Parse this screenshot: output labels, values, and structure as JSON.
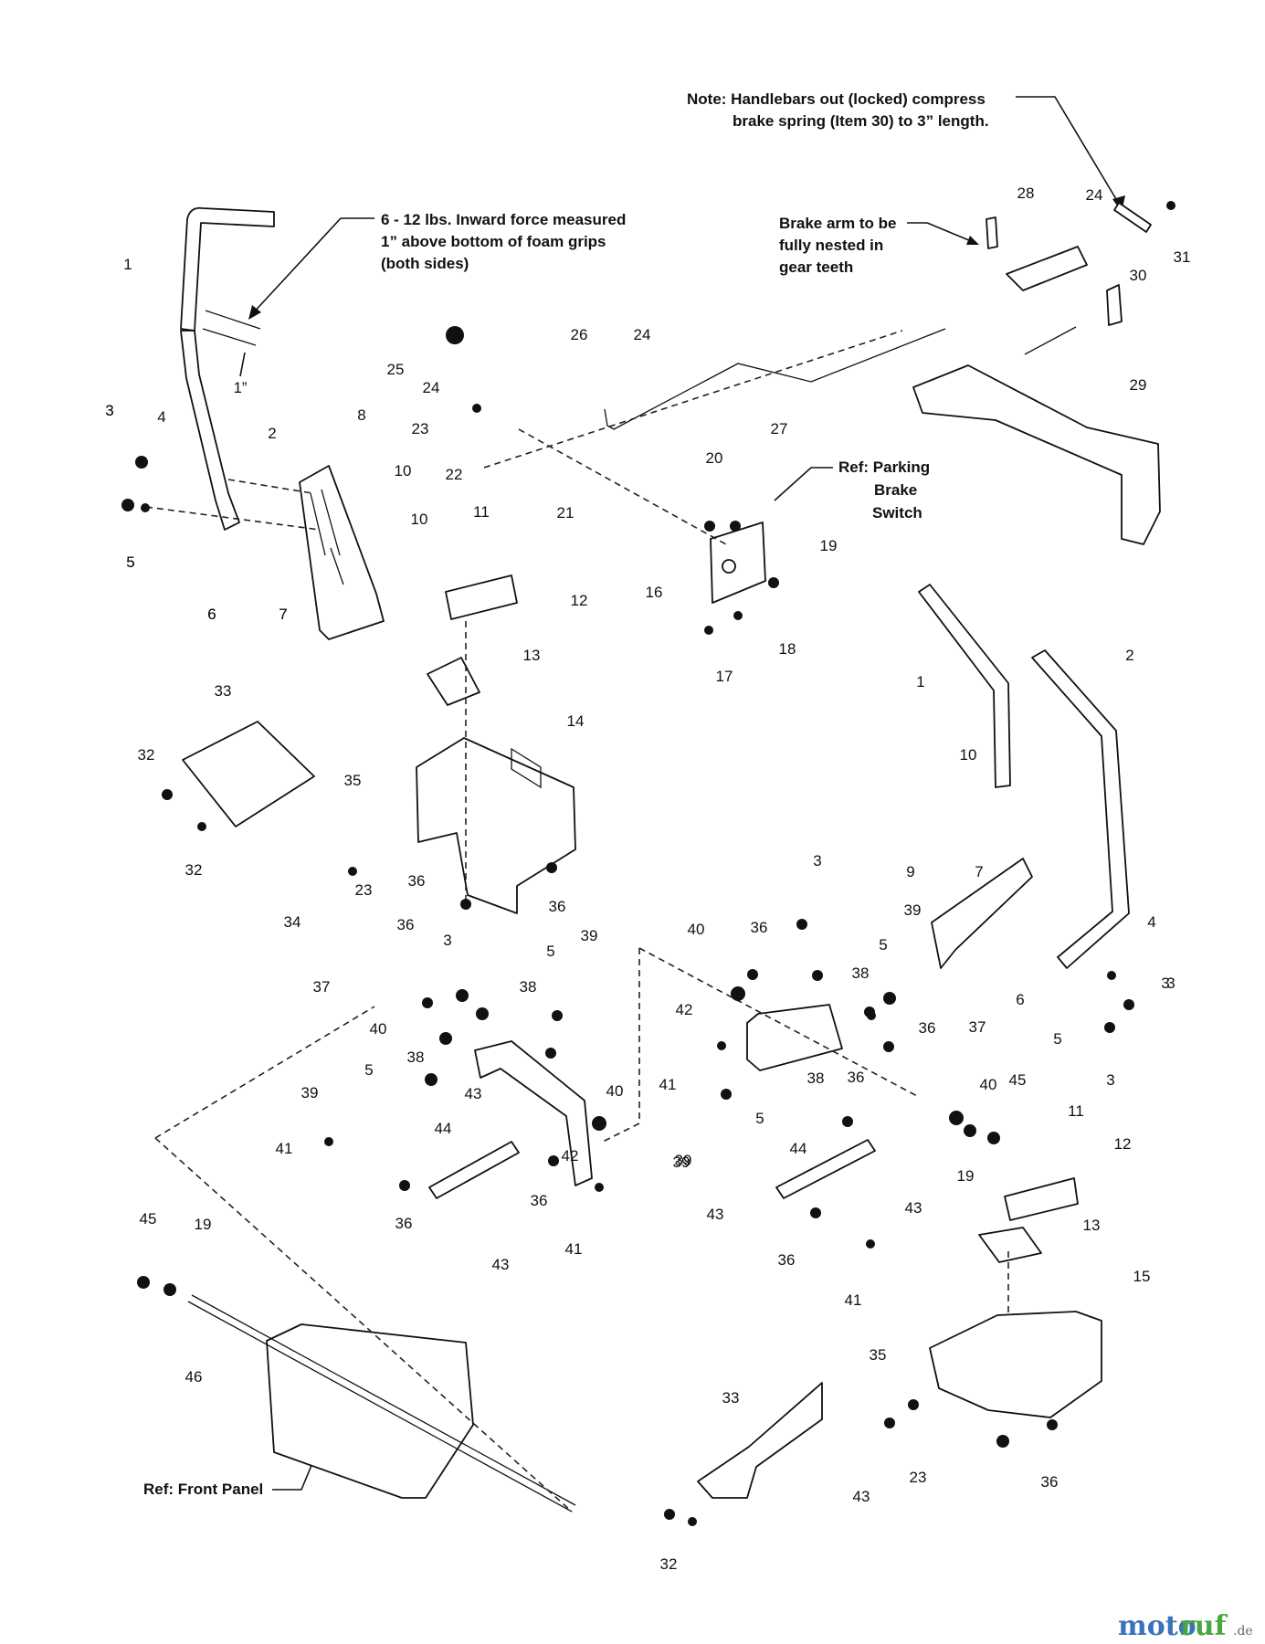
{
  "notes": {
    "handlebar_note_line1": "Note: Handlebars out (locked) compress",
    "handlebar_note_line2": "brake spring (Item 30) to 3” length.",
    "force_note_line1": "6 - 12 lbs. Inward force measured",
    "force_note_line2": "1” above bottom of foam grips",
    "force_note_line3": "(both sides)",
    "brake_arm_line1": "Brake arm to be",
    "brake_arm_line2": "fully nested in",
    "brake_arm_line3": "gear teeth",
    "parking_line1": "Ref: Parking",
    "parking_line2": "Brake",
    "parking_line3": "Switch",
    "front_panel": "Ref: Front Panel",
    "measure_1in": "1”"
  },
  "callouts": [
    "1",
    "2",
    "3",
    "4",
    "5",
    "6",
    "7",
    "8",
    "10",
    "10",
    "3",
    "5",
    "6",
    "7",
    "25",
    "24",
    "26",
    "24",
    "23",
    "22",
    "21",
    "27",
    "28",
    "24",
    "31",
    "30",
    "29",
    "20",
    "19",
    "16",
    "18",
    "17",
    "11",
    "12",
    "13",
    "33",
    "32",
    "32",
    "35",
    "23",
    "34",
    "14",
    "36",
    "36",
    "1",
    "2",
    "10",
    "9",
    "7",
    "39",
    "6",
    "4",
    "3",
    "5",
    "3",
    "36",
    "3",
    "38",
    "5",
    "39",
    "37",
    "40",
    "38",
    "5",
    "39",
    "43",
    "41",
    "44",
    "36",
    "40",
    "36",
    "42",
    "41",
    "43",
    "40",
    "36",
    "3",
    "42",
    "41",
    "38",
    "36",
    "38",
    "5",
    "39",
    "37",
    "36",
    "40",
    "45",
    "19",
    "11",
    "12",
    "13",
    "3",
    "5",
    "44",
    "43",
    "43",
    "36",
    "41",
    "39",
    "45",
    "19",
    "46",
    "15",
    "35",
    "33",
    "23",
    "43",
    "32",
    "36"
  ],
  "watermark": {
    "part1": "moto",
    "part2": "ruf",
    "part3": ".de"
  },
  "colors": {
    "line": "#111111",
    "watermark_blue": "#3a73b8",
    "watermark_green": "#4aa640"
  }
}
